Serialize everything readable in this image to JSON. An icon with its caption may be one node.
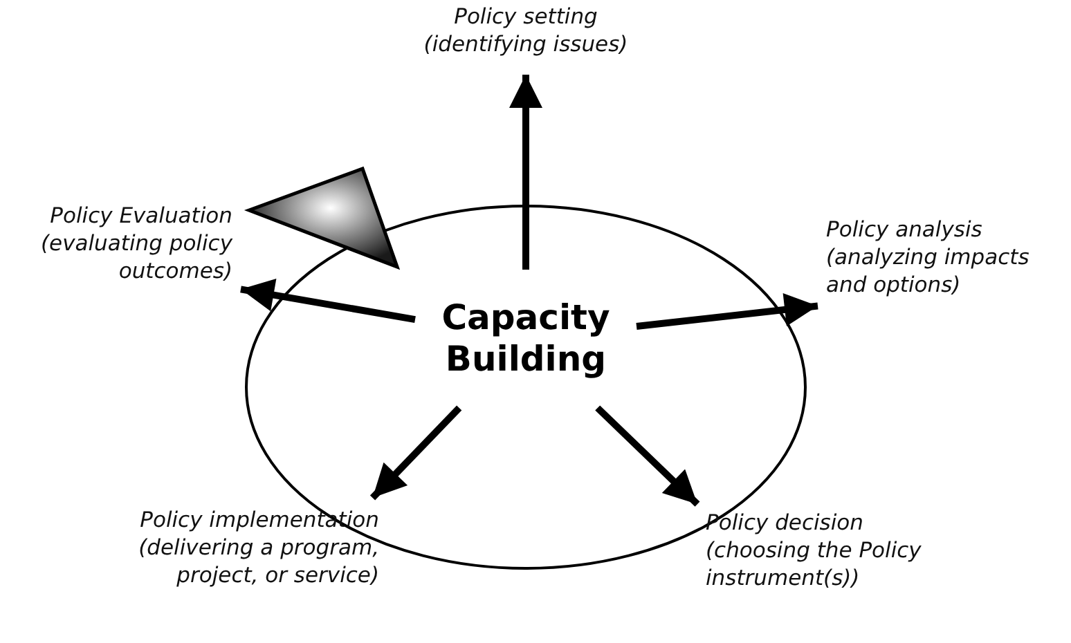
{
  "diagram": {
    "nodes": [
      {
        "text": [
          "Capacity Building"
        ]
      },
      {
        "text": [
          "Policy setting (identifying issues)"
        ]
      },
      {
        "text": [
          "Policy analysis (analyzing impacts and options)"
        ]
      },
      {
        "text": [
          "Policy decision (choosing the Policy instrument(s))"
        ]
      },
      {
        "text": [
          "Policy implementation (delivering a program, project, or service)"
        ]
      },
      {
        "text": [
          "Policy Evaluation (evaluating policy outcomes)"
        ]
      }
    ],
    "edges": [
      {
        "from": 0,
        "to": 1,
        "arrow": "to"
      },
      {
        "from": 0,
        "to": 2,
        "arrow": "to"
      },
      {
        "from": 0,
        "to": 3,
        "arrow": "to"
      },
      {
        "from": 0,
        "to": 4,
        "arrow": "to"
      },
      {
        "from": 0,
        "to": 5,
        "arrow": "to"
      }
    ]
  }
}
